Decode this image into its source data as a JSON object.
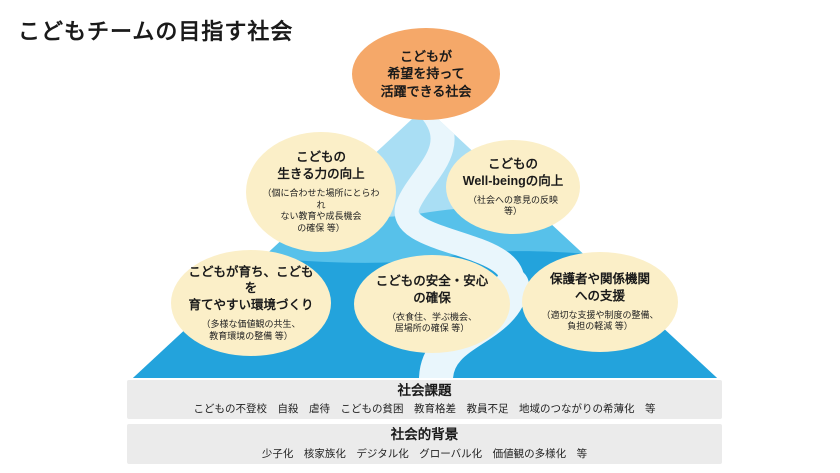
{
  "title": "こどもチームの目指す社会",
  "goal": {
    "text": "こどもが\n希望を持って\n活躍できる社会"
  },
  "bubbles": [
    {
      "id": "life-skills",
      "heading": "こどもの\n生きる力の向上",
      "sub": "（個に合わせた場所にとらわれ\nない教育や成長機会\nの確保 等）"
    },
    {
      "id": "wellbeing",
      "heading": "こどもの\nWell-beingの向上",
      "sub": "（社会への意見の反映 等）"
    },
    {
      "id": "environment",
      "heading": "こどもが育ち、こどもを\n育てやすい環境づくり",
      "sub": "（多様な価値観の共生、\n教育環境の整備 等）"
    },
    {
      "id": "safety",
      "heading": "こどもの安全・安心\nの確保",
      "sub": "（衣食住、学ぶ機会、\n居場所の確保 等）"
    },
    {
      "id": "support",
      "heading": "保護者や関係機関\nへの支援",
      "sub": "（適切な支援や制度の整備、\n負担の軽減 等）"
    }
  ],
  "bands": [
    {
      "title": "社会課題",
      "text": "こどもの不登校　自殺　虐待　こどもの貧困　教育格差　教員不足　地域のつながりの希薄化　等"
    },
    {
      "title": "社会的背景",
      "text": "少子化　核家族化　デジタル化　グローバル化　価値観の多様化　等"
    }
  ],
  "colors": {
    "goal_bubble": "#f5a869",
    "cream_bubble": "#fbefc8",
    "mountain_light": "#a9def4",
    "mountain_mid": "#57c1ea",
    "mountain_deep": "#23a3dc",
    "path_white": "#e9f6fc",
    "band_gray": "#ebebeb"
  }
}
